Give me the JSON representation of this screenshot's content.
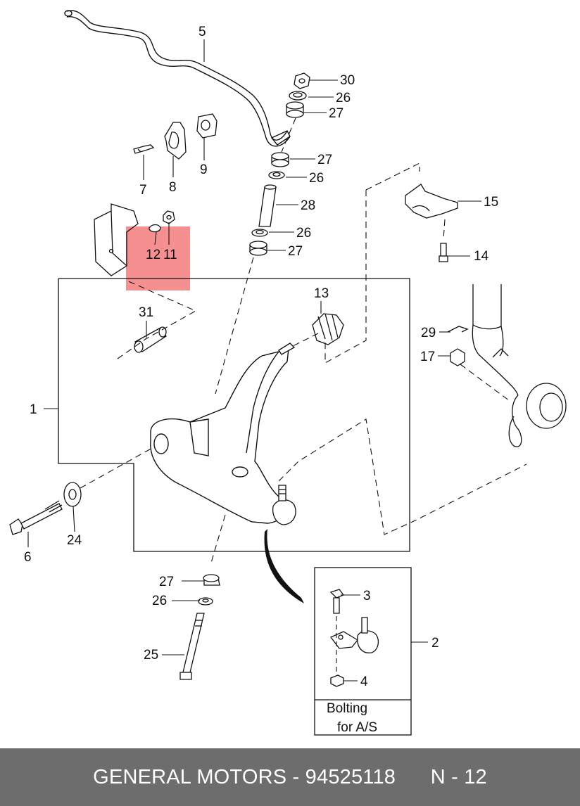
{
  "diagram": {
    "callouts": {
      "c1": "1",
      "c2": "2",
      "c3": "3",
      "c4": "4",
      "c5": "5",
      "c6": "6",
      "c7": "7",
      "c8": "8",
      "c9": "9",
      "c11": "11",
      "c12": "12",
      "c13": "13",
      "c14": "14",
      "c15": "15",
      "c17": "17",
      "c24": "24",
      "c25": "25",
      "c26a": "26",
      "c26b": "26",
      "c26c": "26",
      "c26d": "26",
      "c27a": "27",
      "c27b": "27",
      "c27c": "27",
      "c27d": "27",
      "c28": "28",
      "c29": "29",
      "c30": "30",
      "c31": "31"
    },
    "inset": {
      "line1": "Bolting",
      "line2": "for  A/S"
    },
    "highlight_color": "#f47c7c"
  },
  "footer": {
    "brand": "GENERAL MOTORS",
    "separator": " - ",
    "part_number": "94525118",
    "page_ref": "N - 12",
    "background": "#6d6d6d"
  }
}
